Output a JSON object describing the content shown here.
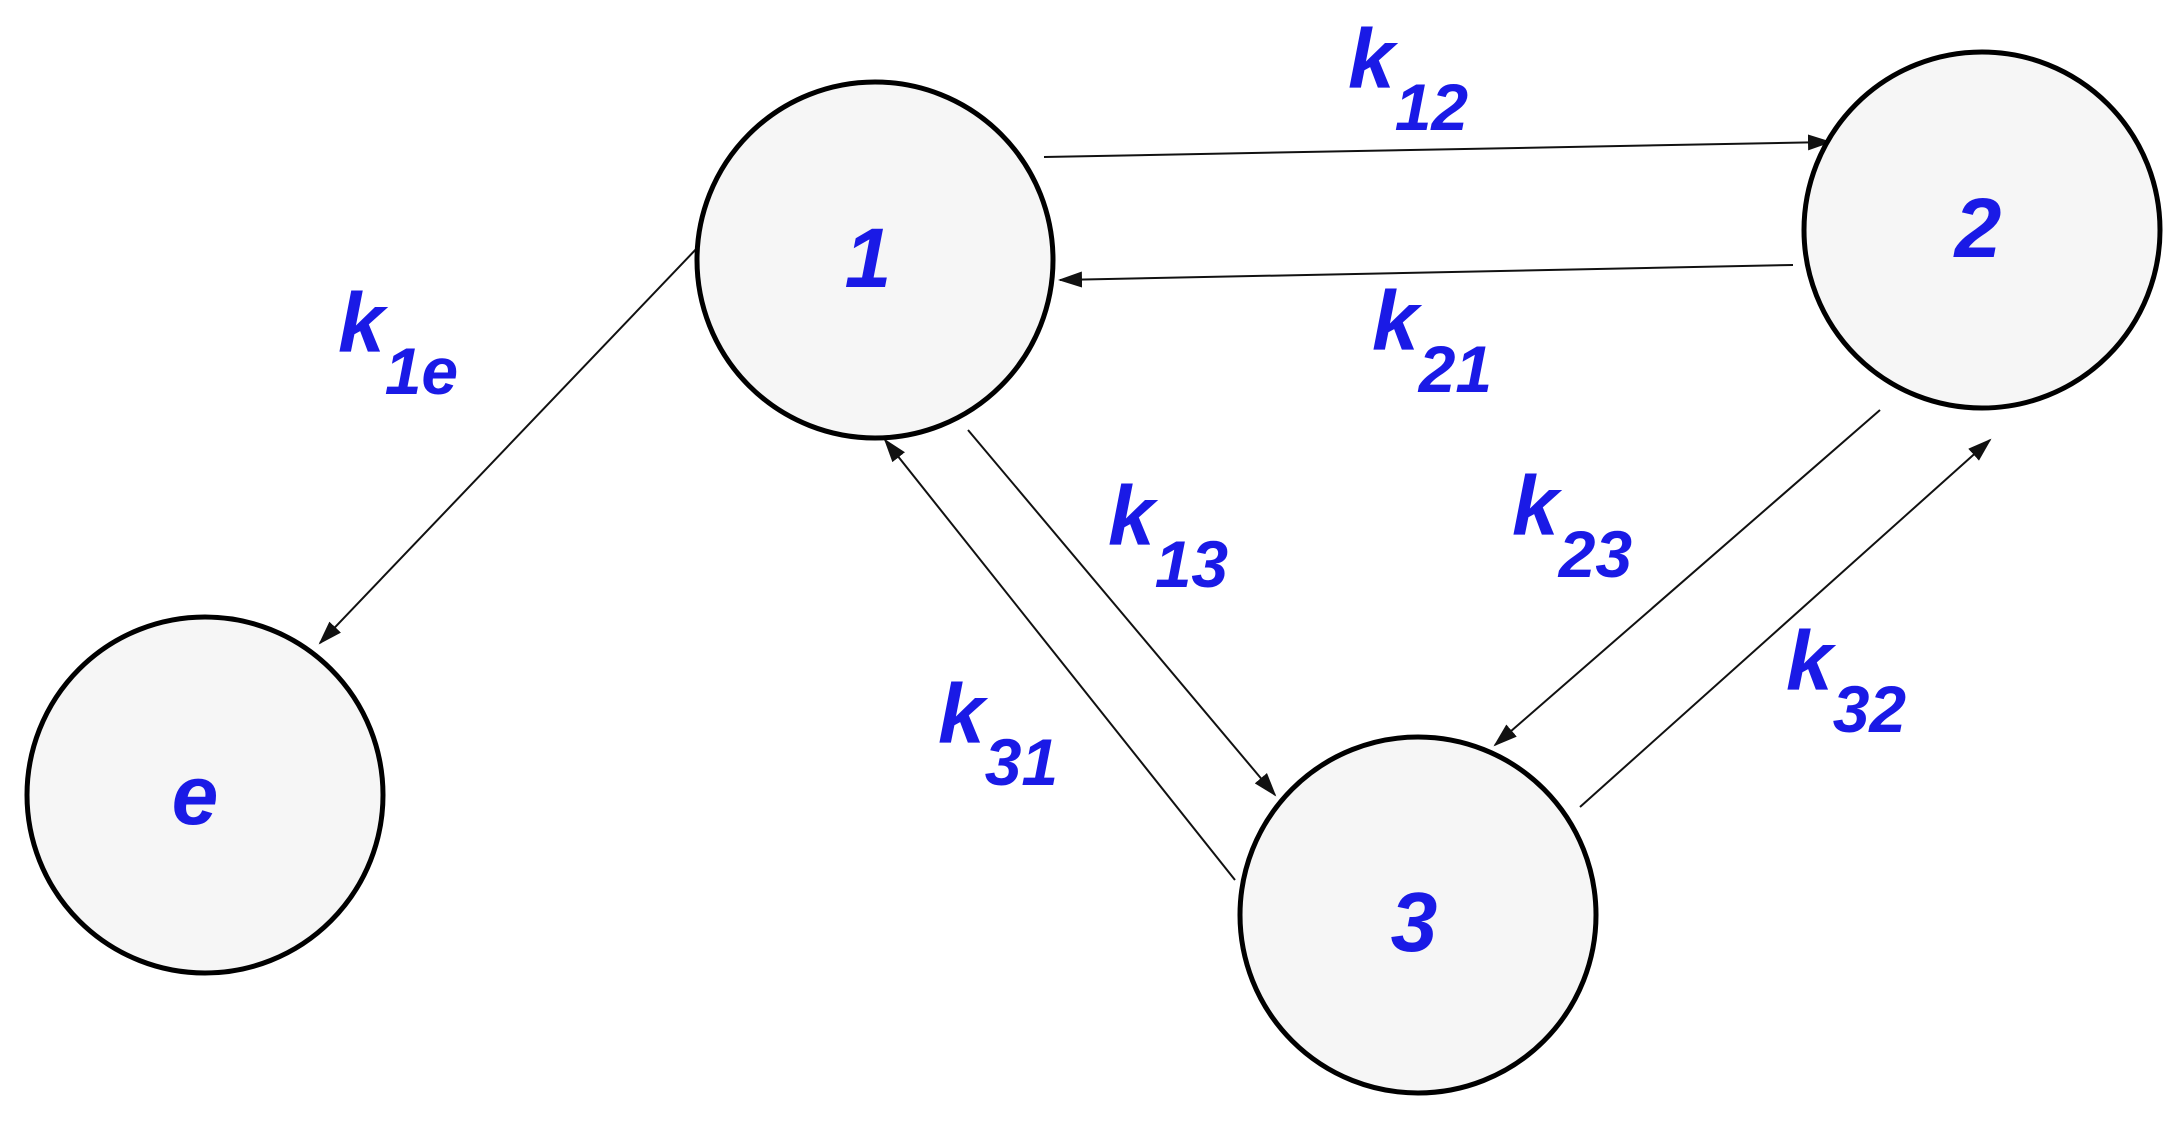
{
  "colors": {
    "label": "#1a1ae6",
    "node_fill": "#f6f6f6",
    "node_stroke": "#000000",
    "edge": "#111111"
  },
  "nodes": {
    "n1": "1",
    "n2": "2",
    "n3": "3",
    "ne": "e"
  },
  "edges": {
    "k12": {
      "base": "k",
      "sub": "12"
    },
    "k21": {
      "base": "k",
      "sub": "21"
    },
    "k1e": {
      "base": "k",
      "sub": "1e"
    },
    "k13": {
      "base": "k",
      "sub": "13"
    },
    "k31": {
      "base": "k",
      "sub": "31"
    },
    "k23": {
      "base": "k",
      "sub": "23"
    },
    "k32": {
      "base": "k",
      "sub": "32"
    }
  }
}
